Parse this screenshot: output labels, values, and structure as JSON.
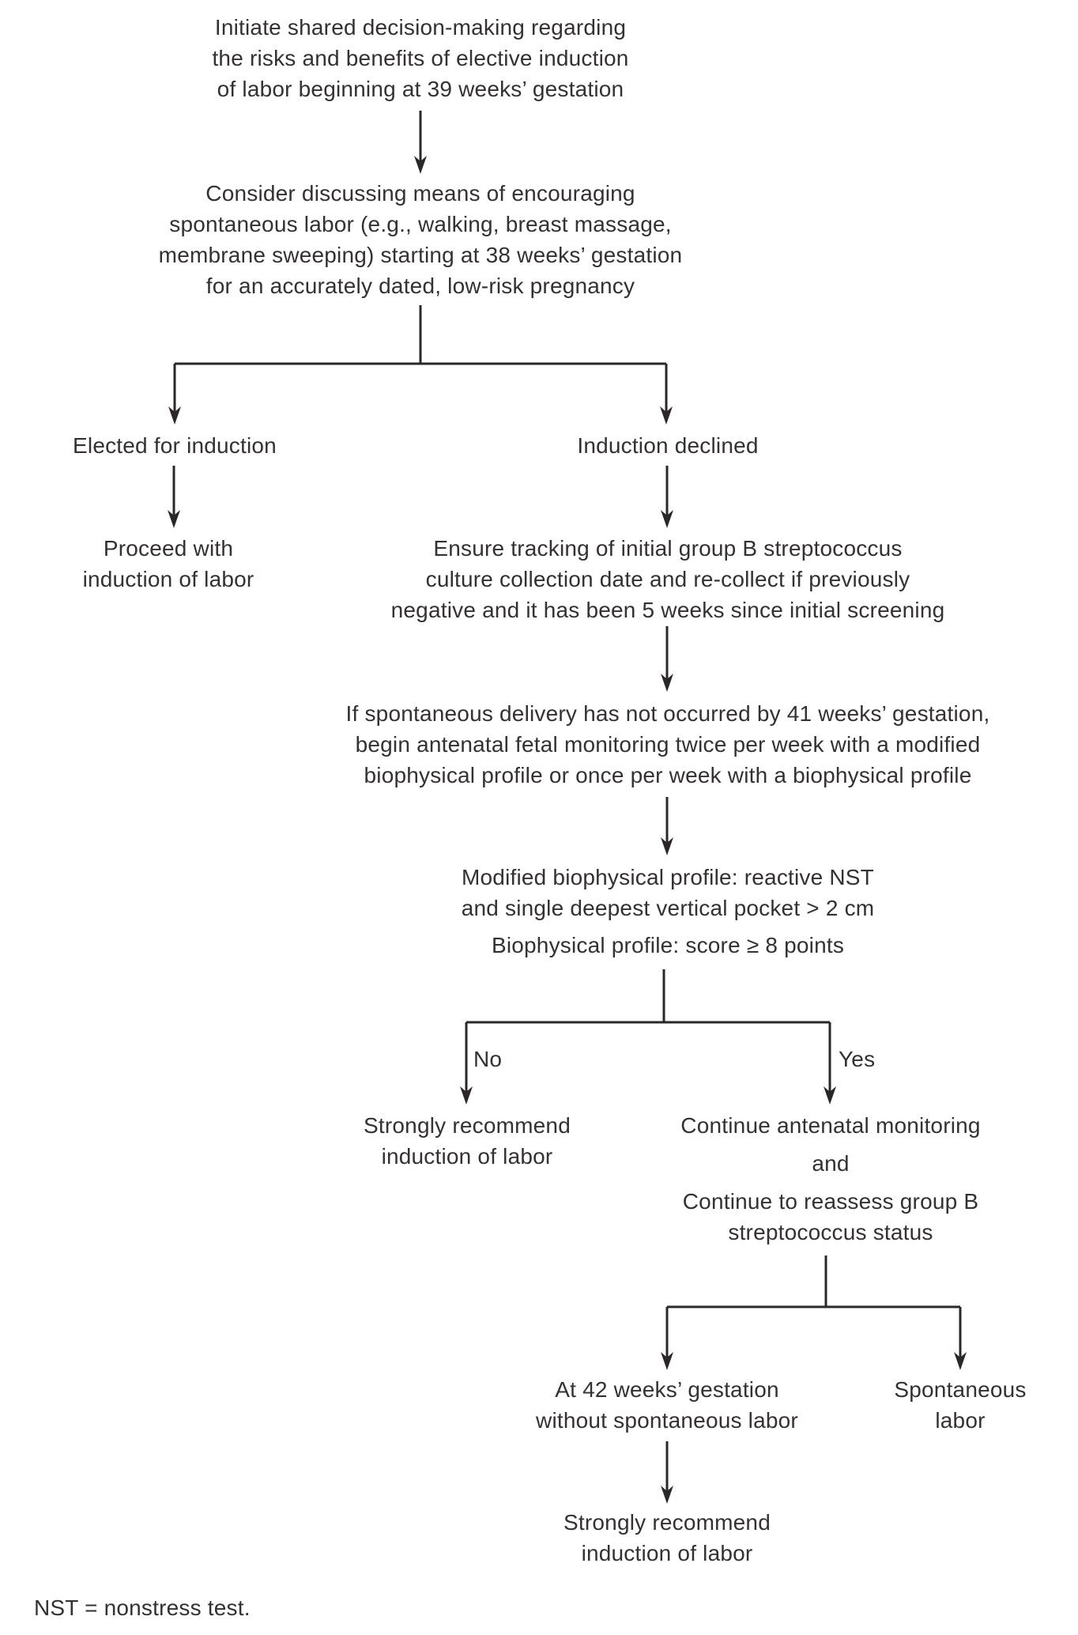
{
  "colors": {
    "background": "#ffffff",
    "text": "#353031",
    "line": "#2b2728"
  },
  "flowchart": {
    "start": "Initiate shared decision-making regarding\nthe risks and benefits of elective induction\nof labor beginning at 39 weeks’ gestation",
    "consider": "Consider discussing means of encouraging\nspontaneous labor (e.g., walking, breast massage,\nmembrane sweeping) starting at 38 weeks’ gestation\nfor an accurately dated, low-risk pregnancy",
    "elected_label": "Elected for induction",
    "declined_label": "Induction declined",
    "proceed": "Proceed with\ninduction of labor",
    "ensure_tracking": "Ensure tracking of initial group B streptococcus\nculture collection date and re-collect if previously\nnegative and it has been 5 weeks since initial screening",
    "monitoring_plan": "If spontaneous delivery has not occurred by 41 weeks’ gestation,\nbegin antenatal fetal monitoring twice per week with a modified\nbiophysical profile or once per week with a biophysical profile",
    "criteria_modified_bpp": "Modified biophysical profile: reactive NST\nand single deepest vertical pocket > 2 cm",
    "criteria_bpp": "Biophysical profile: score ≥ 8 points",
    "no_label": "No",
    "yes_label": "Yes",
    "recommend_induction_1": "Strongly recommend\ninduction of labor",
    "continue_monitoring": "Continue antenatal monitoring",
    "and_connector": "and",
    "reassess_gbs": "Continue to reassess group B\nstreptococcus status",
    "at_42_weeks": "At 42 weeks’ gestation\nwithout spontaneous labor",
    "spontaneous_labor": "Spontaneous\nlabor",
    "recommend_induction_2": "Strongly recommend\ninduction of labor",
    "footnote": "NST = nonstress test."
  }
}
